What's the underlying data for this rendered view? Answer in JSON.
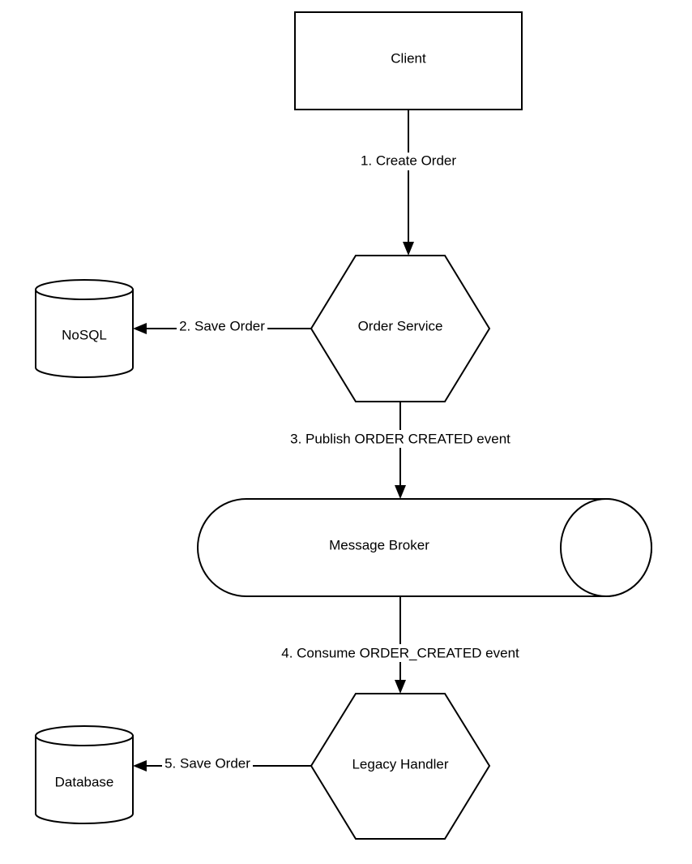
{
  "nodes": {
    "client": {
      "label": "Client",
      "shape": "rectangle"
    },
    "order_service": {
      "label": "Order Service",
      "shape": "hexagon"
    },
    "nosql": {
      "label": "NoSQL",
      "shape": "cylinder"
    },
    "message_broker": {
      "label": "Message Broker",
      "shape": "horizontal-cylinder"
    },
    "legacy_handler": {
      "label": "Legacy Handler",
      "shape": "hexagon"
    },
    "database": {
      "label": "Database",
      "shape": "cylinder"
    }
  },
  "edges": [
    {
      "from": "client",
      "to": "order_service",
      "label": "1. Create Order"
    },
    {
      "from": "order_service",
      "to": "nosql",
      "label": "2. Save Order"
    },
    {
      "from": "order_service",
      "to": "message_broker",
      "label": "3. Publish ORDER CREATED event"
    },
    {
      "from": "message_broker",
      "to": "legacy_handler",
      "label": "4. Consume ORDER_CREATED event"
    },
    {
      "from": "legacy_handler",
      "to": "database",
      "label": "5. Save Order"
    }
  ],
  "colors": {
    "stroke": "#000000",
    "fill": "#ffffff",
    "text": "#000000"
  }
}
